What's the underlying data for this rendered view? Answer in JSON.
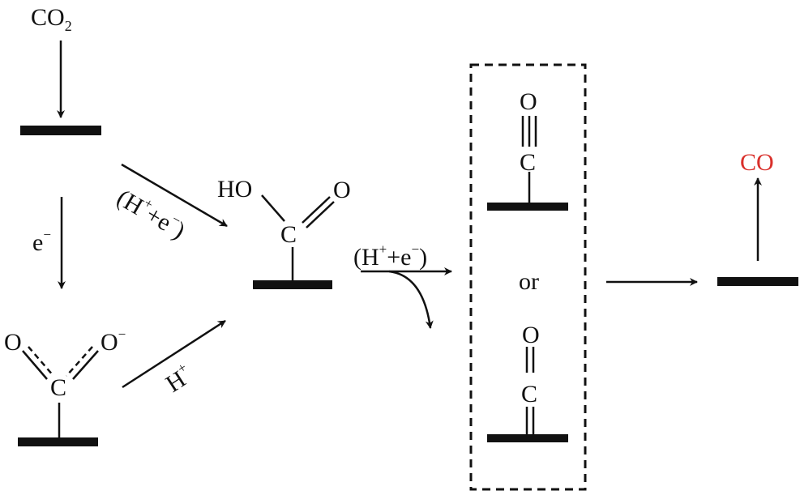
{
  "species": {
    "co2_main": "CO",
    "co2_sub": "2",
    "hocoo_ho": "HO",
    "hocoo_o": "O",
    "hocoo_c": "C",
    "coo_o_left": "O",
    "coo_o_right": "O",
    "coo_charge": "−",
    "coo_c": "C",
    "co_linear_o": "O",
    "co_linear_c": "C",
    "co_bridge_o": "O",
    "co_bridge_c": "C",
    "or_label": "or",
    "product_co": "CO"
  },
  "steps": {
    "electron": "e",
    "electron_charge": "−",
    "pcet_open": "(H",
    "pcet_plus": "+",
    "pcet_mid": "+e",
    "pcet_minus": "−",
    "pcet_close": ")",
    "proton": "H",
    "proton_charge": "+"
  },
  "colors": {
    "ink": "#111111",
    "product": "#d9302b"
  }
}
